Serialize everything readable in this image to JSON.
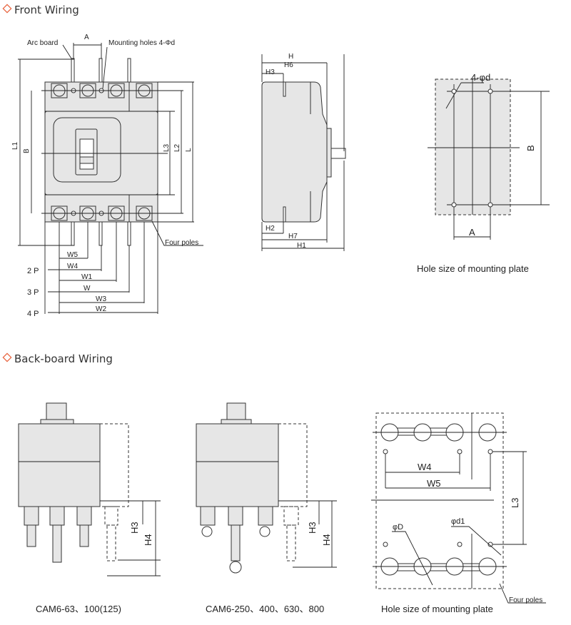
{
  "sections": {
    "front": {
      "title": "Front Wiring"
    },
    "back": {
      "title": "Back-board Wiring"
    }
  },
  "accent_color": "#e8613c",
  "front_view": {
    "arc_board": "Arc board",
    "mounting_holes": "Mounting holes 4-Φd",
    "four_poles": "Four poles",
    "dims": {
      "A": "A",
      "L1": "L1",
      "B": "B",
      "L3": "L3",
      "L2": "L2",
      "L": "L",
      "W5": "W5",
      "W4": "W4",
      "W1": "W1",
      "W": "W",
      "W3": "W3",
      "W2": "W2"
    },
    "poles": {
      "p2": "2 P",
      "p3": "3 P",
      "p4": "4 P"
    }
  },
  "side_view": {
    "dims": {
      "H": "H",
      "H6": "H6",
      "H3": "H3",
      "H2": "H2",
      "H7": "H7",
      "H1": "H1"
    }
  },
  "plate_view": {
    "holes": "4-φd",
    "B": "B",
    "A": "A",
    "caption": "Hole size of mounting plate"
  },
  "back_views": [
    {
      "caption": "CAM6-63、100(125)",
      "H3": "H3",
      "H4": "H4"
    },
    {
      "caption": "CAM6-250、400、630、800",
      "H3": "H3",
      "H4": "H4"
    }
  ],
  "back_plate": {
    "W4": "W4",
    "W5": "W5",
    "L3": "L3",
    "D": "φD",
    "d1": "φd1",
    "four_poles": "Four poles",
    "caption": "Hole size of mounting plate"
  }
}
